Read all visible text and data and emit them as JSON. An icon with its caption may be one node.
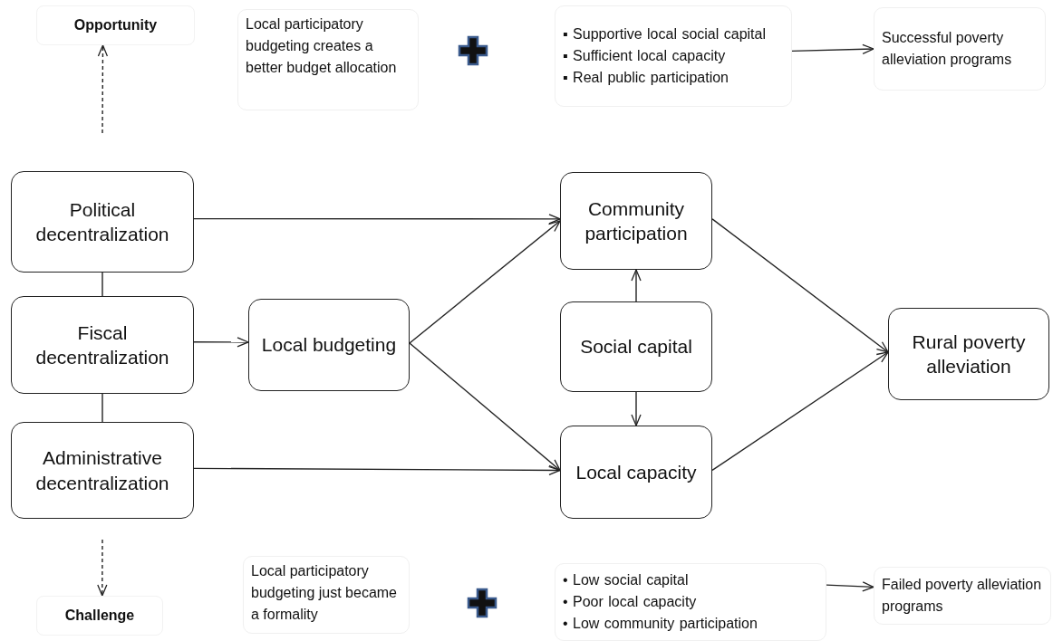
{
  "diagram": {
    "nodes": [
      {
        "text": [
          "Political decentralization"
        ]
      },
      {
        "text": [
          "Fiscal decentralization"
        ]
      },
      {
        "text": [
          "Administrative decentralization"
        ]
      },
      {
        "text": [
          "Local budgeting"
        ]
      },
      {
        "text": [
          "Community participation"
        ]
      },
      {
        "text": [
          "Social capital"
        ]
      },
      {
        "text": [
          "Local capacity"
        ]
      },
      {
        "text": [
          "Rural poverty alleviation"
        ]
      },
      {
        "text": [
          "Opportunity"
        ]
      },
      {
        "text": [
          "Challenge"
        ]
      },
      {
        "text": [
          "▪ Supportive local social capital",
          "▪ Sufficient local capacity",
          "▪ Real public participation"
        ]
      },
      {
        "text": [
          "Successful poverty alleviation programs"
        ]
      },
      {
        "text": [
          "• Low social capital",
          "• Poor local capacity",
          "• Low community participation"
        ]
      },
      {
        "text": [
          "Failed poverty alleviation programs"
        ]
      }
    ],
    "edges": [
      {
        "from": 0,
        "to": 4,
        "arrow": "to"
      },
      {
        "from": 1,
        "to": 3,
        "arrow": "to"
      },
      {
        "from": 2,
        "to": 6,
        "arrow": "to"
      },
      {
        "from": 3,
        "to": 4,
        "arrow": "to"
      },
      {
        "from": 3,
        "to": 6,
        "arrow": "to"
      },
      {
        "from": 5,
        "to": 4,
        "arrow": "to"
      },
      {
        "from": 5,
        "to": 6,
        "arrow": "to"
      },
      {
        "from": 4,
        "to": 7,
        "arrow": "to"
      },
      {
        "from": 6,
        "to": 7,
        "arrow": "to"
      },
      {
        "from": 0,
        "to": 1,
        "arrow": "none"
      },
      {
        "from": 1,
        "to": 2,
        "arrow": "none"
      },
      {
        "from": null,
        "to": 8,
        "arrow": "to",
        "style": "dashed"
      },
      {
        "from": null,
        "to": 9,
        "arrow": "to",
        "style": "dashed"
      },
      {
        "from": 10,
        "to": 11,
        "arrow": "to"
      },
      {
        "from": 12,
        "to": 13,
        "arrow": "to"
      }
    ],
    "labels": [
      "Local participatory budgeting creates a better budget allocation",
      "Local participatory budgeting just became a formality"
    ]
  }
}
